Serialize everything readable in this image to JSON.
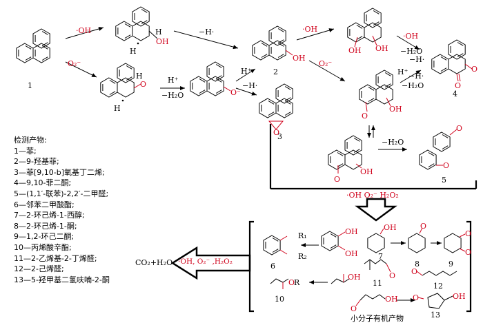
{
  "compounds": {
    "c1": "1",
    "c2": "2",
    "c3": "3",
    "c4": "4",
    "c5": "5",
    "c6": "6",
    "c7": "7",
    "c8": "8",
    "c9": "9",
    "c10": "10",
    "c11": "11",
    "c12": "12",
    "c13": "13"
  },
  "reagents": {
    "oh_1": "·OH",
    "o2_1": "O₂⁻",
    "h_minus_1": "−H·",
    "h_plus_1": "H⁺",
    "h2o_1": "−H₂O",
    "h_plus_2": "H⁺",
    "h_minus_2": "−H·",
    "oh_2": "·OH",
    "o2_2": "O₂⁻",
    "oh_3": "·OH",
    "h2o_2": "−H₂O",
    "h_minus_3": "−H·",
    "h_plus_3": "H⁺",
    "h_minus_4": "−H·",
    "h2o_3": "−H₂O",
    "h2o_4": "−H₂O",
    "oxidants_mid": "·OH  O₂⁻  H₂O₂",
    "oxidants_final": "·OH, O₂⁻ ,H₂O₂"
  },
  "atoms": {
    "H": "H",
    "OH": "OH",
    "O": "O",
    "O_minus": "O⁻",
    "R": "R",
    "R1": "R₁",
    "R2": "R₂"
  },
  "legend": {
    "title": "检测产物:",
    "items": [
      "1—菲;",
      "2—9-羟基菲;",
      "3—菲[9,10-b]氧基丁二烯;",
      "4—9,10-菲二酮;",
      "5—(1,1′-联苯)-2,2′-二甲醛;",
      "6—邻苯二甲酸酯;",
      "7—2-环己烯-1-西醇;",
      "8—2-环己烯-1-酮;",
      "9—1,2-环己二酮;",
      "10—丙烯酸辛酯;",
      "11—2-乙烯基-2-丁烯醛;",
      "12—2-己烯醛;",
      "13—5-羟甲基二氢呋喃-2-酮"
    ]
  },
  "final_product": "CO₂+H₂O",
  "box_caption": "小分子有机产物",
  "colors": {
    "highlight": "#d0021b",
    "ink": "#000000"
  }
}
